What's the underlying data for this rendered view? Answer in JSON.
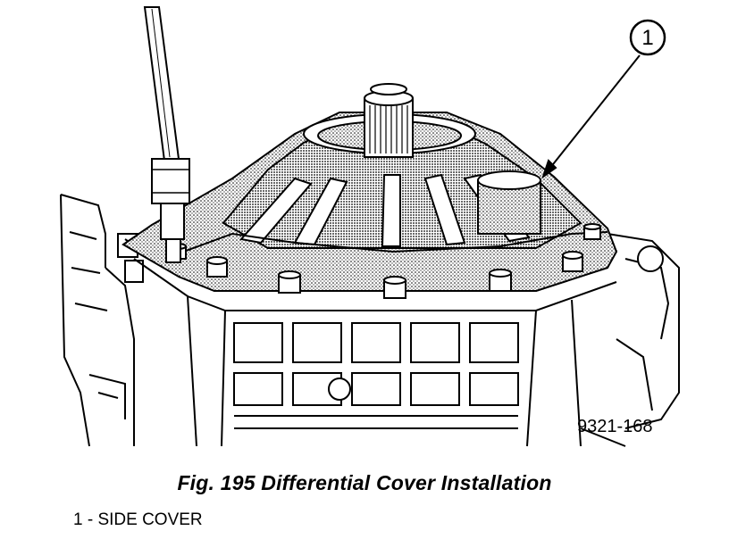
{
  "figure": {
    "caption": "Fig. 195 Differential Cover Installation",
    "code": "9321-168",
    "callout_number": "1",
    "legend": [
      {
        "text": "1 - SIDE COVER"
      }
    ]
  },
  "colors": {
    "ink": "#000000",
    "paper": "#ffffff",
    "stipple": "#b5b5b5"
  }
}
